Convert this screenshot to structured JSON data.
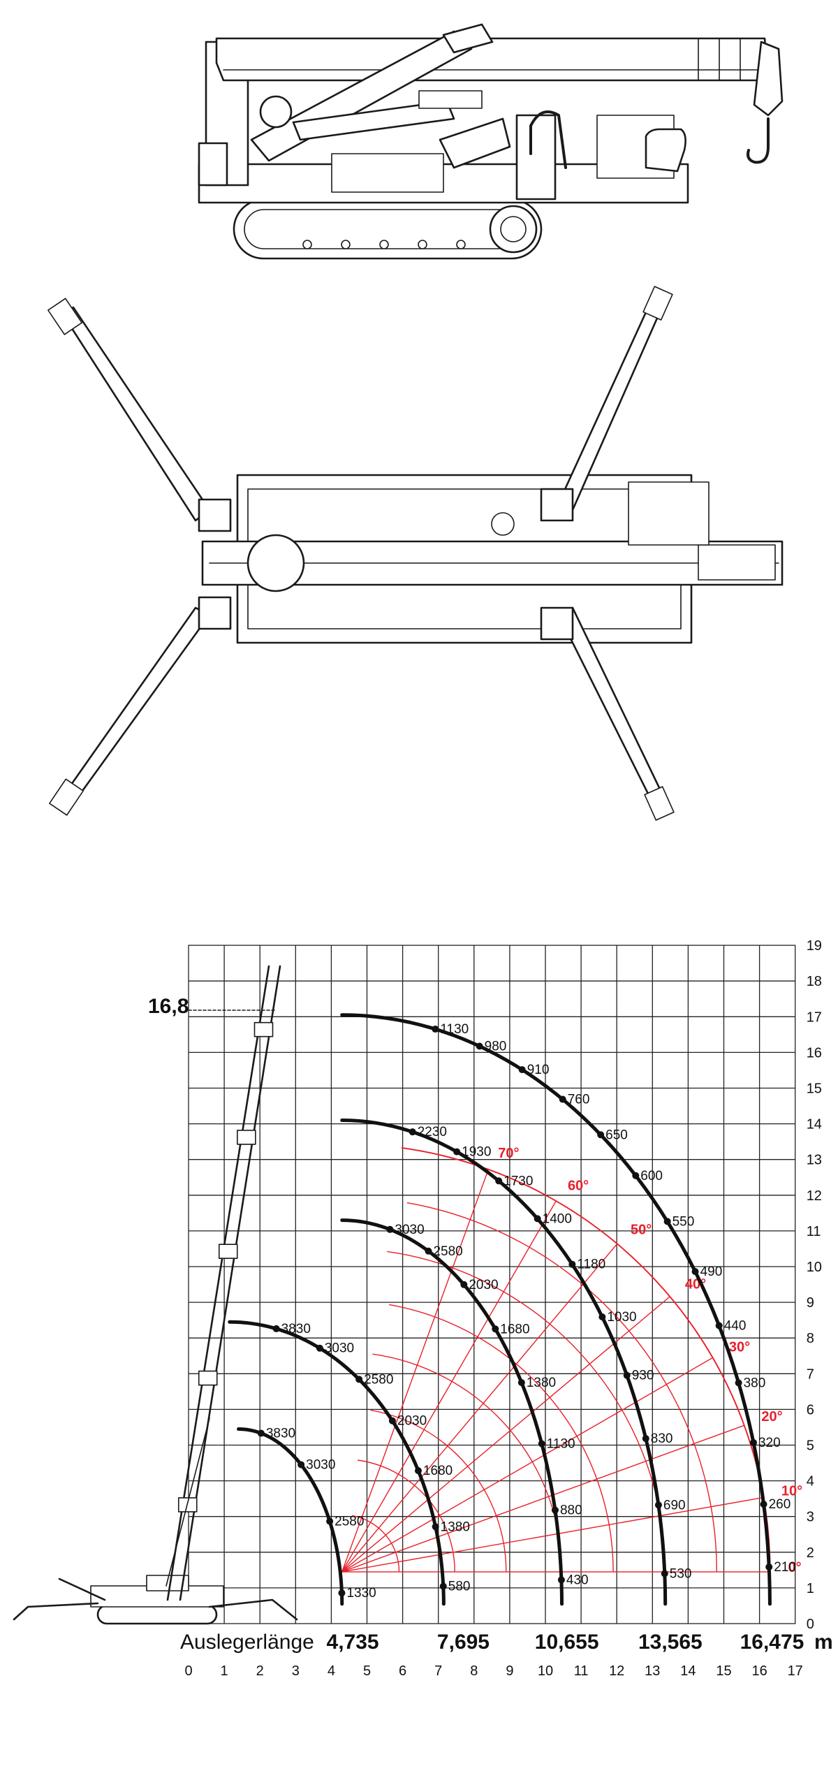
{
  "diagram": {
    "height_label": "16,8",
    "axis_name": "Auslegerlänge",
    "unit": "m",
    "boom_lengths": [
      "4,735",
      "7,695",
      "10,655",
      "13,565",
      "16,475"
    ],
    "x_ticks": [
      "0",
      "1",
      "2",
      "3",
      "4",
      "5",
      "6",
      "7",
      "8",
      "9",
      "10",
      "11",
      "12",
      "13",
      "14",
      "15",
      "16",
      "17"
    ],
    "y_ticks": [
      "0",
      "1",
      "2",
      "3",
      "4",
      "5",
      "6",
      "7",
      "8",
      "9",
      "10",
      "11",
      "12",
      "13",
      "14",
      "15",
      "16",
      "17",
      "18",
      "19"
    ],
    "angles": [
      "0°",
      "10°",
      "20°",
      "30°",
      "40°",
      "50°",
      "60°",
      "70°"
    ],
    "load_arcs": [
      {
        "name": "4,735 m",
        "labels": [
          "1330",
          "2580",
          "3030",
          "3830"
        ]
      },
      {
        "name": "7,695 m",
        "labels": [
          "580",
          "1380",
          "1680",
          "2030",
          "2580",
          "3030",
          "3830"
        ]
      },
      {
        "name": "10,655 m",
        "labels": [
          "430",
          "880",
          "1130",
          "1380",
          "1680",
          "2030",
          "2580",
          "3030"
        ]
      },
      {
        "name": "13,565 m",
        "labels": [
          "530",
          "690",
          "830",
          "930",
          "1030",
          "1180",
          "1400",
          "1730",
          "1930",
          "2230"
        ]
      },
      {
        "name": "16,475 m",
        "labels": [
          "210",
          "260",
          "320",
          "380",
          "440",
          "490",
          "550",
          "600",
          "650",
          "760",
          "910",
          "980",
          "1130"
        ]
      }
    ]
  }
}
